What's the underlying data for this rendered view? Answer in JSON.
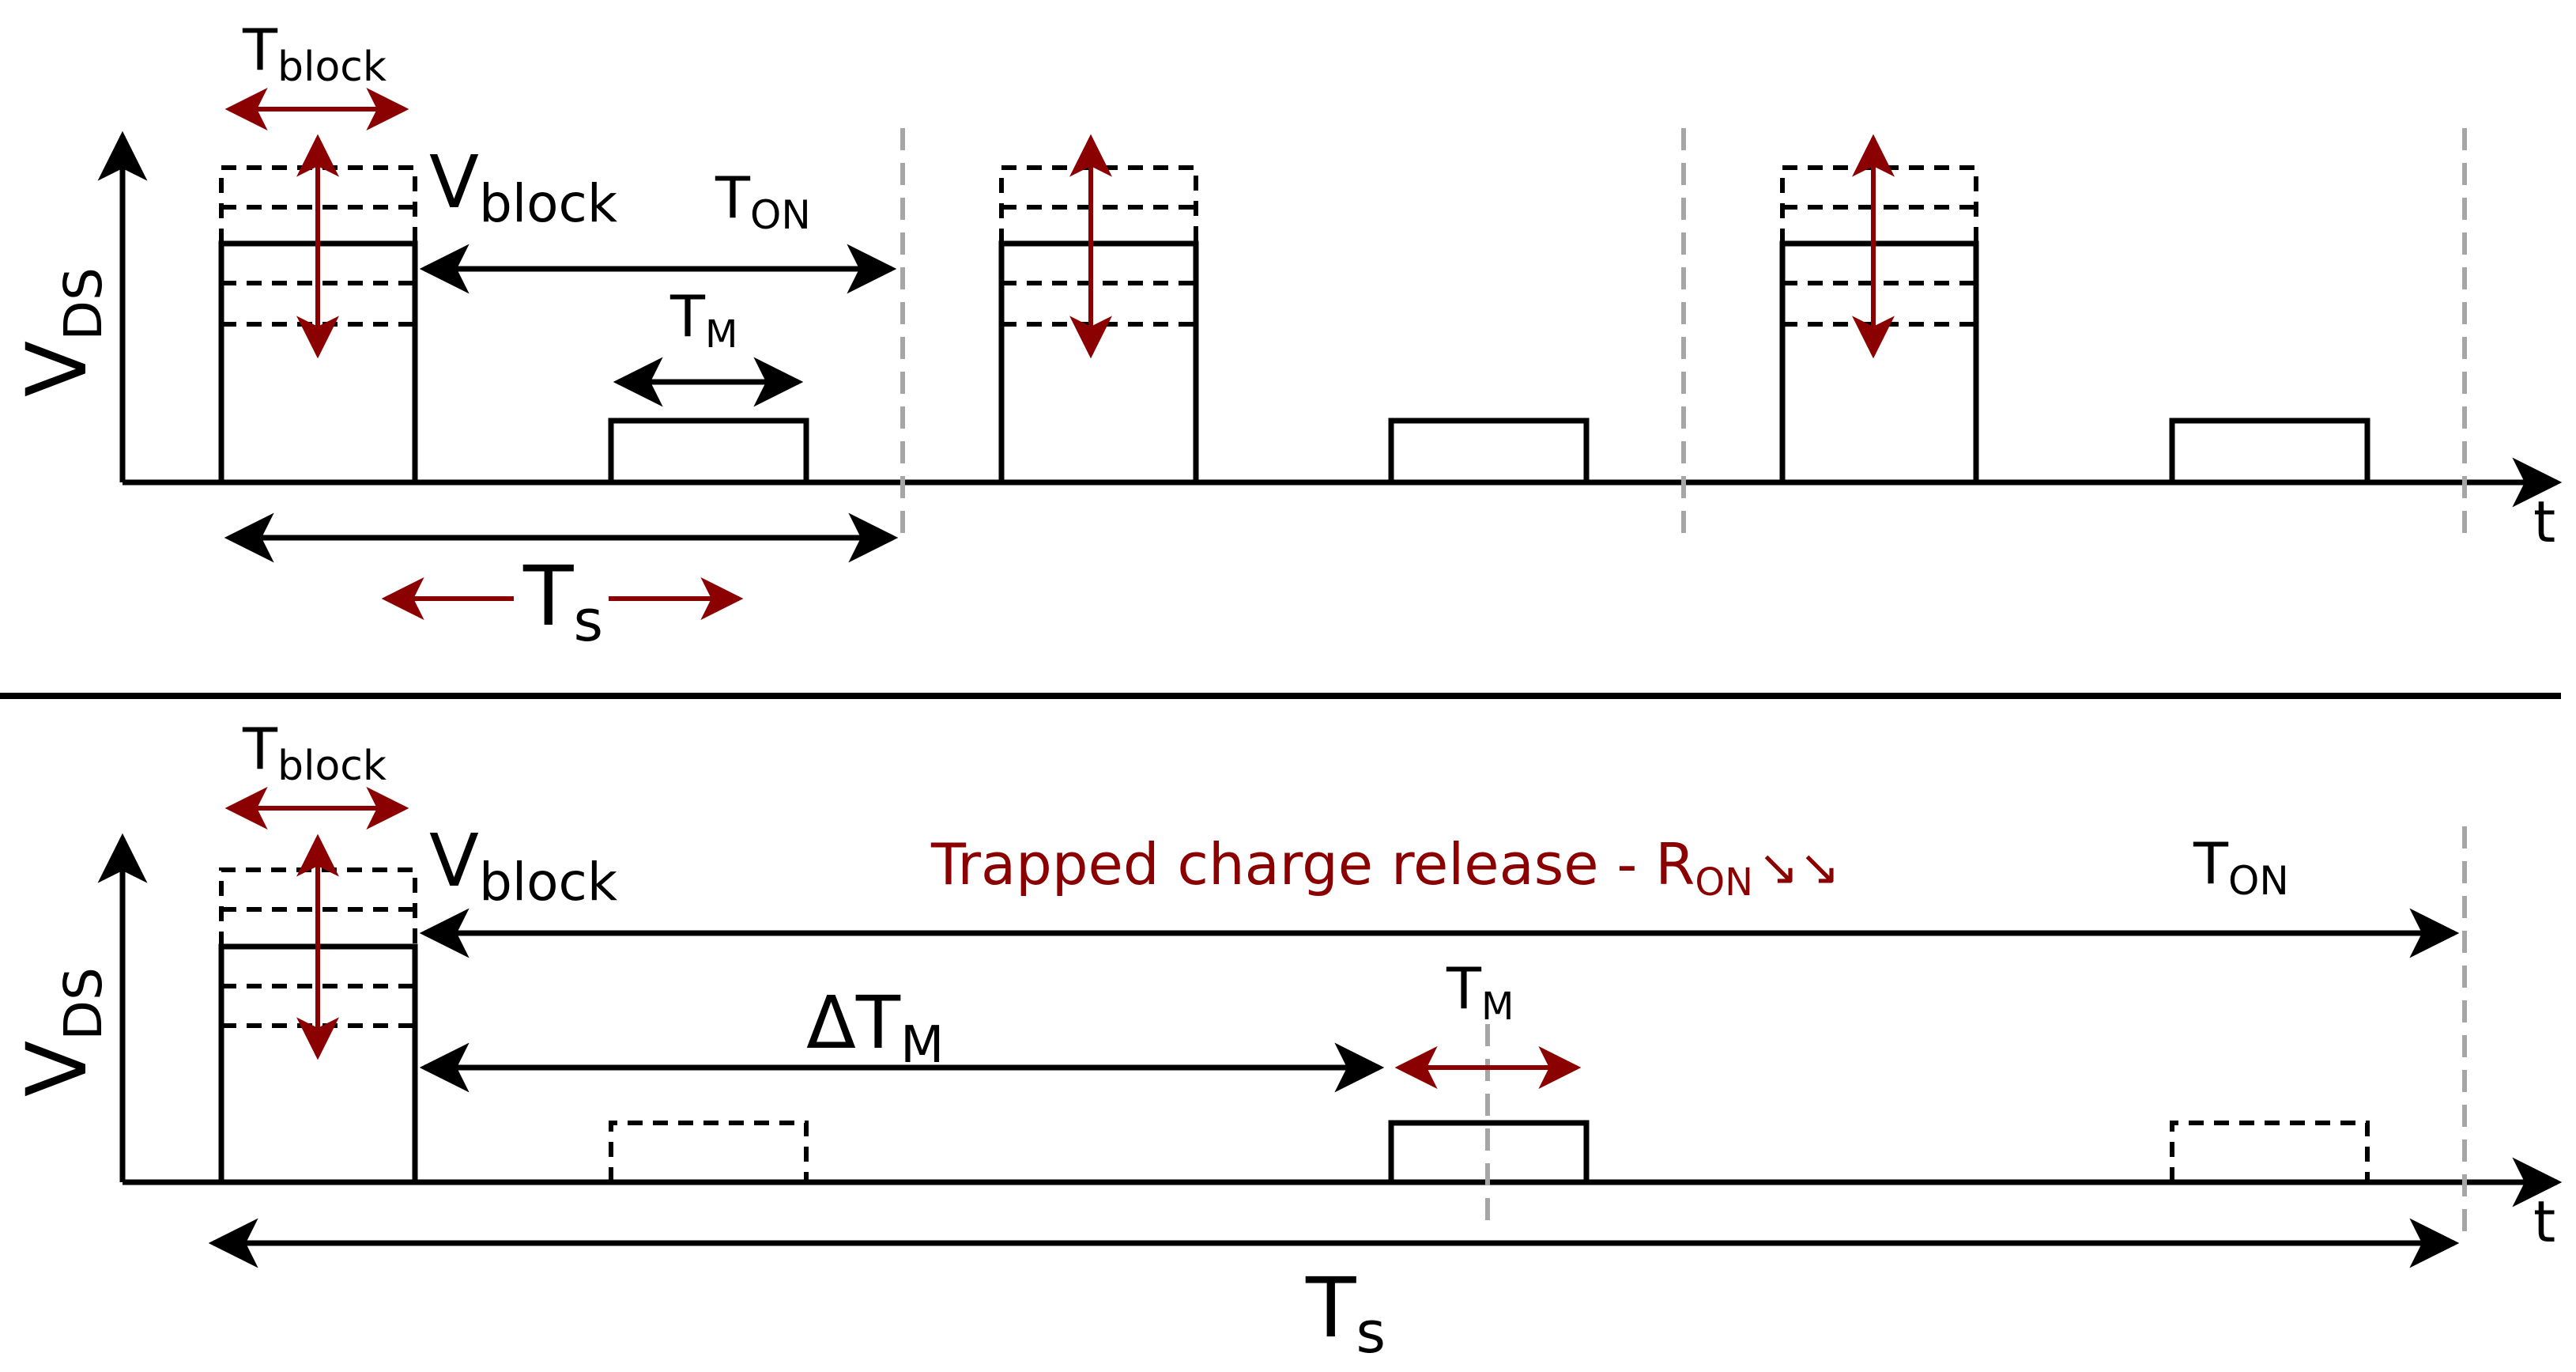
{
  "colors": {
    "ink": "#000000",
    "accent": "#8b0000",
    "guide": "#a6a6a6",
    "background": "#ffffff"
  },
  "top": {
    "y_axis": {
      "main": "V",
      "sub": "DS"
    },
    "x_axis": "t",
    "t_block": {
      "main": "T",
      "sub": "block"
    },
    "v_block": {
      "main": "V",
      "sub": "block"
    },
    "t_on": {
      "main": "T",
      "sub": "ON"
    },
    "t_m": {
      "main": "T",
      "sub": "M"
    },
    "t_s": {
      "main": "T",
      "sub": "s"
    }
  },
  "bottom": {
    "y_axis": {
      "main": "V",
      "sub": "DS"
    },
    "x_axis": "t",
    "t_block": {
      "main": "T",
      "sub": "block"
    },
    "v_block": {
      "main": "V",
      "sub": "block"
    },
    "release": {
      "text": "Trapped charge release - R",
      "sub": "ON",
      "suffix": "↘↘"
    },
    "t_on": {
      "main": "T",
      "sub": "ON"
    },
    "delta_t_m": {
      "main": "ΔT",
      "sub": "M"
    },
    "t_m": {
      "main": "T",
      "sub": "M"
    },
    "t_s": {
      "main": "T",
      "sub": "s"
    }
  }
}
